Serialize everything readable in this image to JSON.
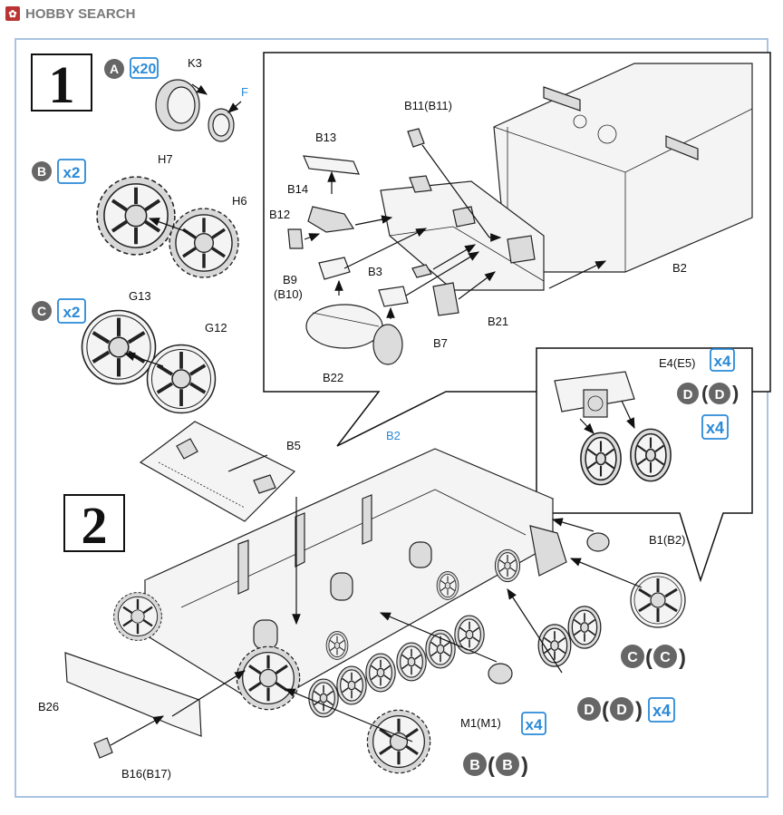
{
  "header": {
    "logo_text": "HOBBY SEARCH",
    "logo_mark": "✿"
  },
  "steps": [
    {
      "number": "1"
    },
    {
      "number": "2"
    }
  ],
  "sub_assemblies": [
    {
      "letter": "A",
      "qty": "x20",
      "parts": [
        "K3",
        "F"
      ]
    },
    {
      "letter": "B",
      "qty": "x2",
      "parts": [
        "H7",
        "H6"
      ]
    },
    {
      "letter": "C",
      "qty": "x2",
      "parts": [
        "G13",
        "G12"
      ]
    }
  ],
  "detail_labels": {
    "b11": "B11(B11)",
    "b13": "B13",
    "b14": "B14",
    "b12": "B12",
    "b9": "B9",
    "b10": "(B10)",
    "b3": "B3",
    "b22": "B22",
    "b7": "B7",
    "b21": "B21",
    "b2": "B2"
  },
  "wheel_detail": {
    "label": "E4(E5)",
    "qty": "x4",
    "letter": "D",
    "qty2": "x4"
  },
  "main_labels": {
    "b5": "B5",
    "b2_blue": "B2",
    "b1": "B1(B2)",
    "b26": "B26",
    "b16": "B16(B17)",
    "m1": "M1(M1)",
    "m1_qty": "x4"
  },
  "callouts": {
    "c_letter": "C",
    "d_letter": "D",
    "d_qty": "x4",
    "b_letter": "B"
  },
  "colors": {
    "accent_blue": "#2a8ad8",
    "frame_blue": "#a9c4e2",
    "badge_gray": "#666666"
  }
}
